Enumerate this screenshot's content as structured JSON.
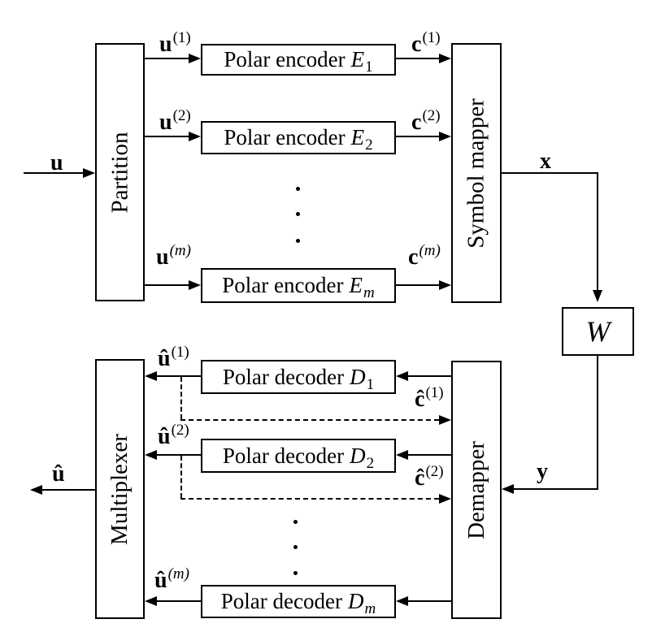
{
  "blocks": {
    "partition": "Partition",
    "symbol_mapper": "Symbol mapper",
    "multiplexer": "Multiplexer",
    "demapper": "Demapper",
    "channel": "W",
    "encoders": [
      {
        "prefix": "Polar encoder",
        "sym": "E",
        "sub": "1"
      },
      {
        "prefix": "Polar encoder",
        "sym": "E",
        "sub": "2"
      },
      {
        "prefix": "Polar encoder",
        "sym": "E",
        "sub": "m"
      }
    ],
    "decoders": [
      {
        "prefix": "Polar decoder",
        "sym": "D",
        "sub": "1"
      },
      {
        "prefix": "Polar decoder",
        "sym": "D",
        "sub": "2"
      },
      {
        "prefix": "Polar decoder",
        "sym": "D",
        "sub": "m"
      }
    ]
  },
  "signals": {
    "u_in": {
      "base": "u",
      "sup": ""
    },
    "u1": {
      "base": "u",
      "sup": "(1)"
    },
    "u2": {
      "base": "u",
      "sup": "(2)"
    },
    "um": {
      "base": "u",
      "sup": "(m)"
    },
    "c1": {
      "base": "c",
      "sup": "(1)"
    },
    "c2": {
      "base": "c",
      "sup": "(2)"
    },
    "cm": {
      "base": "c",
      "sup": "(m)"
    },
    "x": {
      "base": "x",
      "sup": ""
    },
    "y": {
      "base": "y",
      "sup": ""
    },
    "uhat_out": {
      "base": "û",
      "sup": ""
    },
    "uhat1": {
      "base": "û",
      "sup": "(1)"
    },
    "uhat2": {
      "base": "û",
      "sup": "(2)"
    },
    "uhatm": {
      "base": "û",
      "sup": "(m)"
    },
    "chat1": {
      "base": "ĉ",
      "sup": "(1)"
    },
    "chat2": {
      "base": "ĉ",
      "sup": "(2)"
    }
  },
  "colors": {
    "line": "#000000",
    "background": "#ffffff"
  }
}
